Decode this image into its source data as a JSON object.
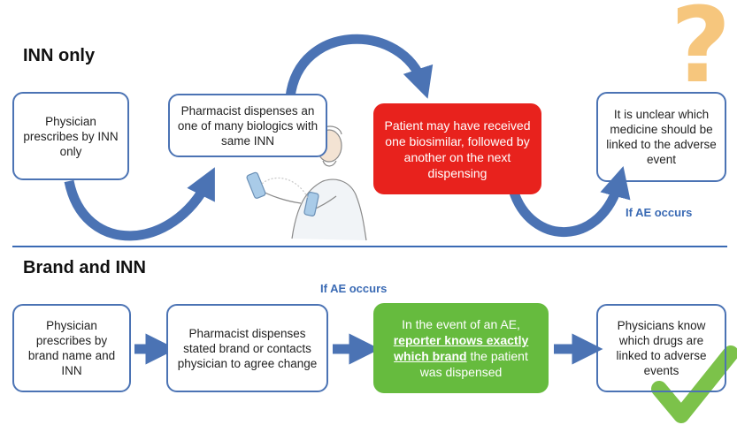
{
  "sections": {
    "top_title": "INN only",
    "bottom_title": "Brand and INN"
  },
  "top_row": {
    "box1": "Physician prescribes by INN only",
    "box2": "Pharmacist dispenses an one of many biologics with same INN",
    "box3": "Patient may have received one biosimilar, followed by another on the next dispensing",
    "box4": "It is unclear which medicine should be linked to the adverse event",
    "ae_label": "If AE occurs"
  },
  "bottom_row": {
    "box1": "Physician prescribes by brand name and INN",
    "box2": "Pharmacist dispenses stated brand or contacts physician to agree change",
    "box3_part1": "In the event of an AE,",
    "box3_emphasis": "reporter knows exactly which brand",
    "box3_part2": "the patient was dispensed",
    "box4": "Physicians know which drugs are linked to adverse events",
    "ae_label": "If AE occurs"
  },
  "icons": {
    "question": "question-mark-icon",
    "check": "checkmark-icon",
    "pharmacist": "pharmacist-illustration"
  },
  "colors": {
    "arrow_blue": "#4b73b4",
    "red_box": "#e8221d",
    "green_box": "#66bb3e",
    "question_orange": "#f6c67d",
    "check_green": "#7cc24a",
    "divider": "#3a6ab4"
  }
}
